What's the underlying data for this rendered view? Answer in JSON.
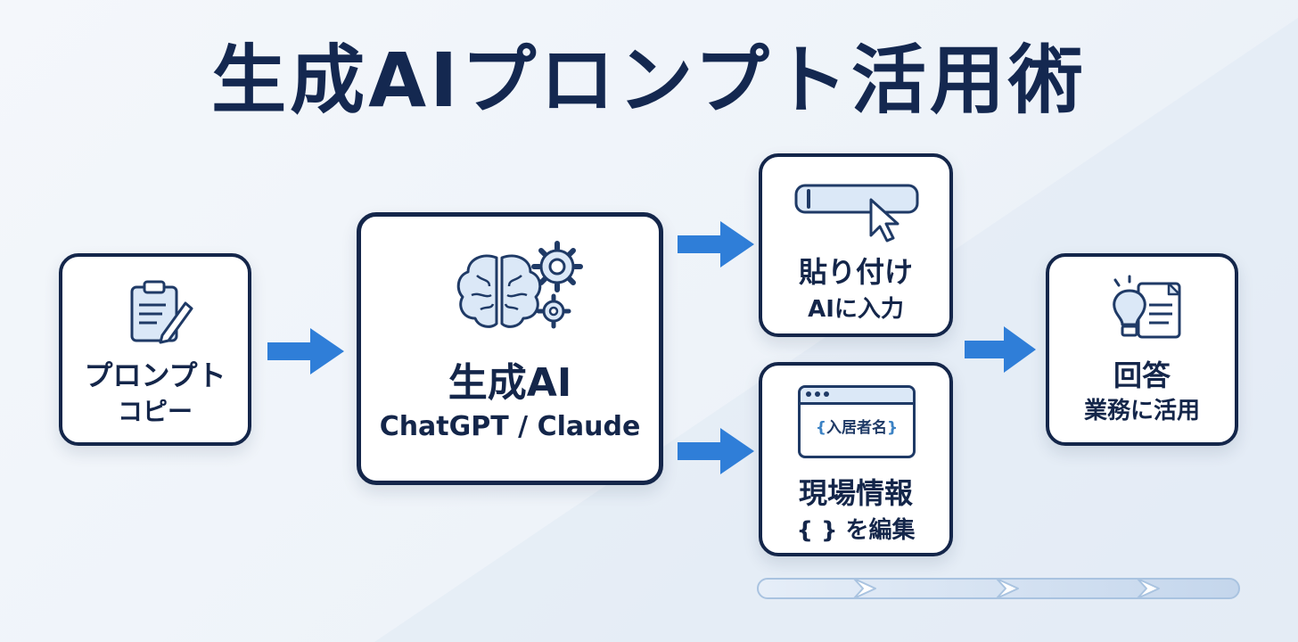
{
  "title": "生成AIプロンプト活用術",
  "steps": {
    "prompt": {
      "line1": "プロンプト",
      "line2": "コピー",
      "icon": "clipboard-pencil-icon"
    },
    "ai": {
      "line1": "生成AI",
      "line2": "ChatGPT / Claude",
      "icon": "brain-gears-icon"
    },
    "paste": {
      "line1": "貼り付け",
      "line2": "AIに入力",
      "icon": "input-cursor-icon"
    },
    "context": {
      "line1": "現場情報",
      "line2": "{ } を編集",
      "icon": "browser-template-icon",
      "placeholder": "入居者名"
    },
    "answer": {
      "line1": "回答",
      "line2": "業務に活用",
      "icon": "lightbulb-document-icon"
    }
  },
  "colors": {
    "navy": "#14264a",
    "arrow_blue": "#2f7ed8",
    "icon_fill": "#dbe8f7",
    "icon_stroke": "#1f3a66",
    "accent_blue": "#3b82c4"
  }
}
